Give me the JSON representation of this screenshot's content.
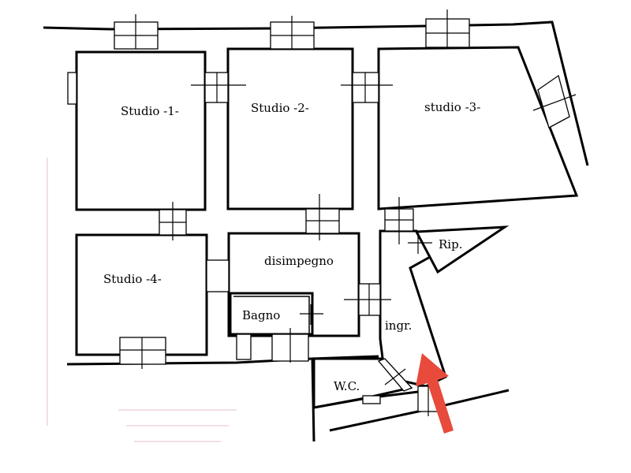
{
  "rooms": {
    "studio1": "Studio -1-",
    "studio2": "Studio -2-",
    "studio3": "studio -3-",
    "studio4": "Studio -4-",
    "disimpegno": "disimpegno",
    "bagno": "Bagno",
    "ripostiglio": "Rip.",
    "ingresso": "ingr.",
    "wc": "W.C."
  },
  "colors": {
    "walls": "#000000",
    "entrance_arrow": "#e84a3c",
    "background_marks": "#f3dfe3"
  },
  "icons": {
    "entrance": "entrance-arrow-icon"
  }
}
